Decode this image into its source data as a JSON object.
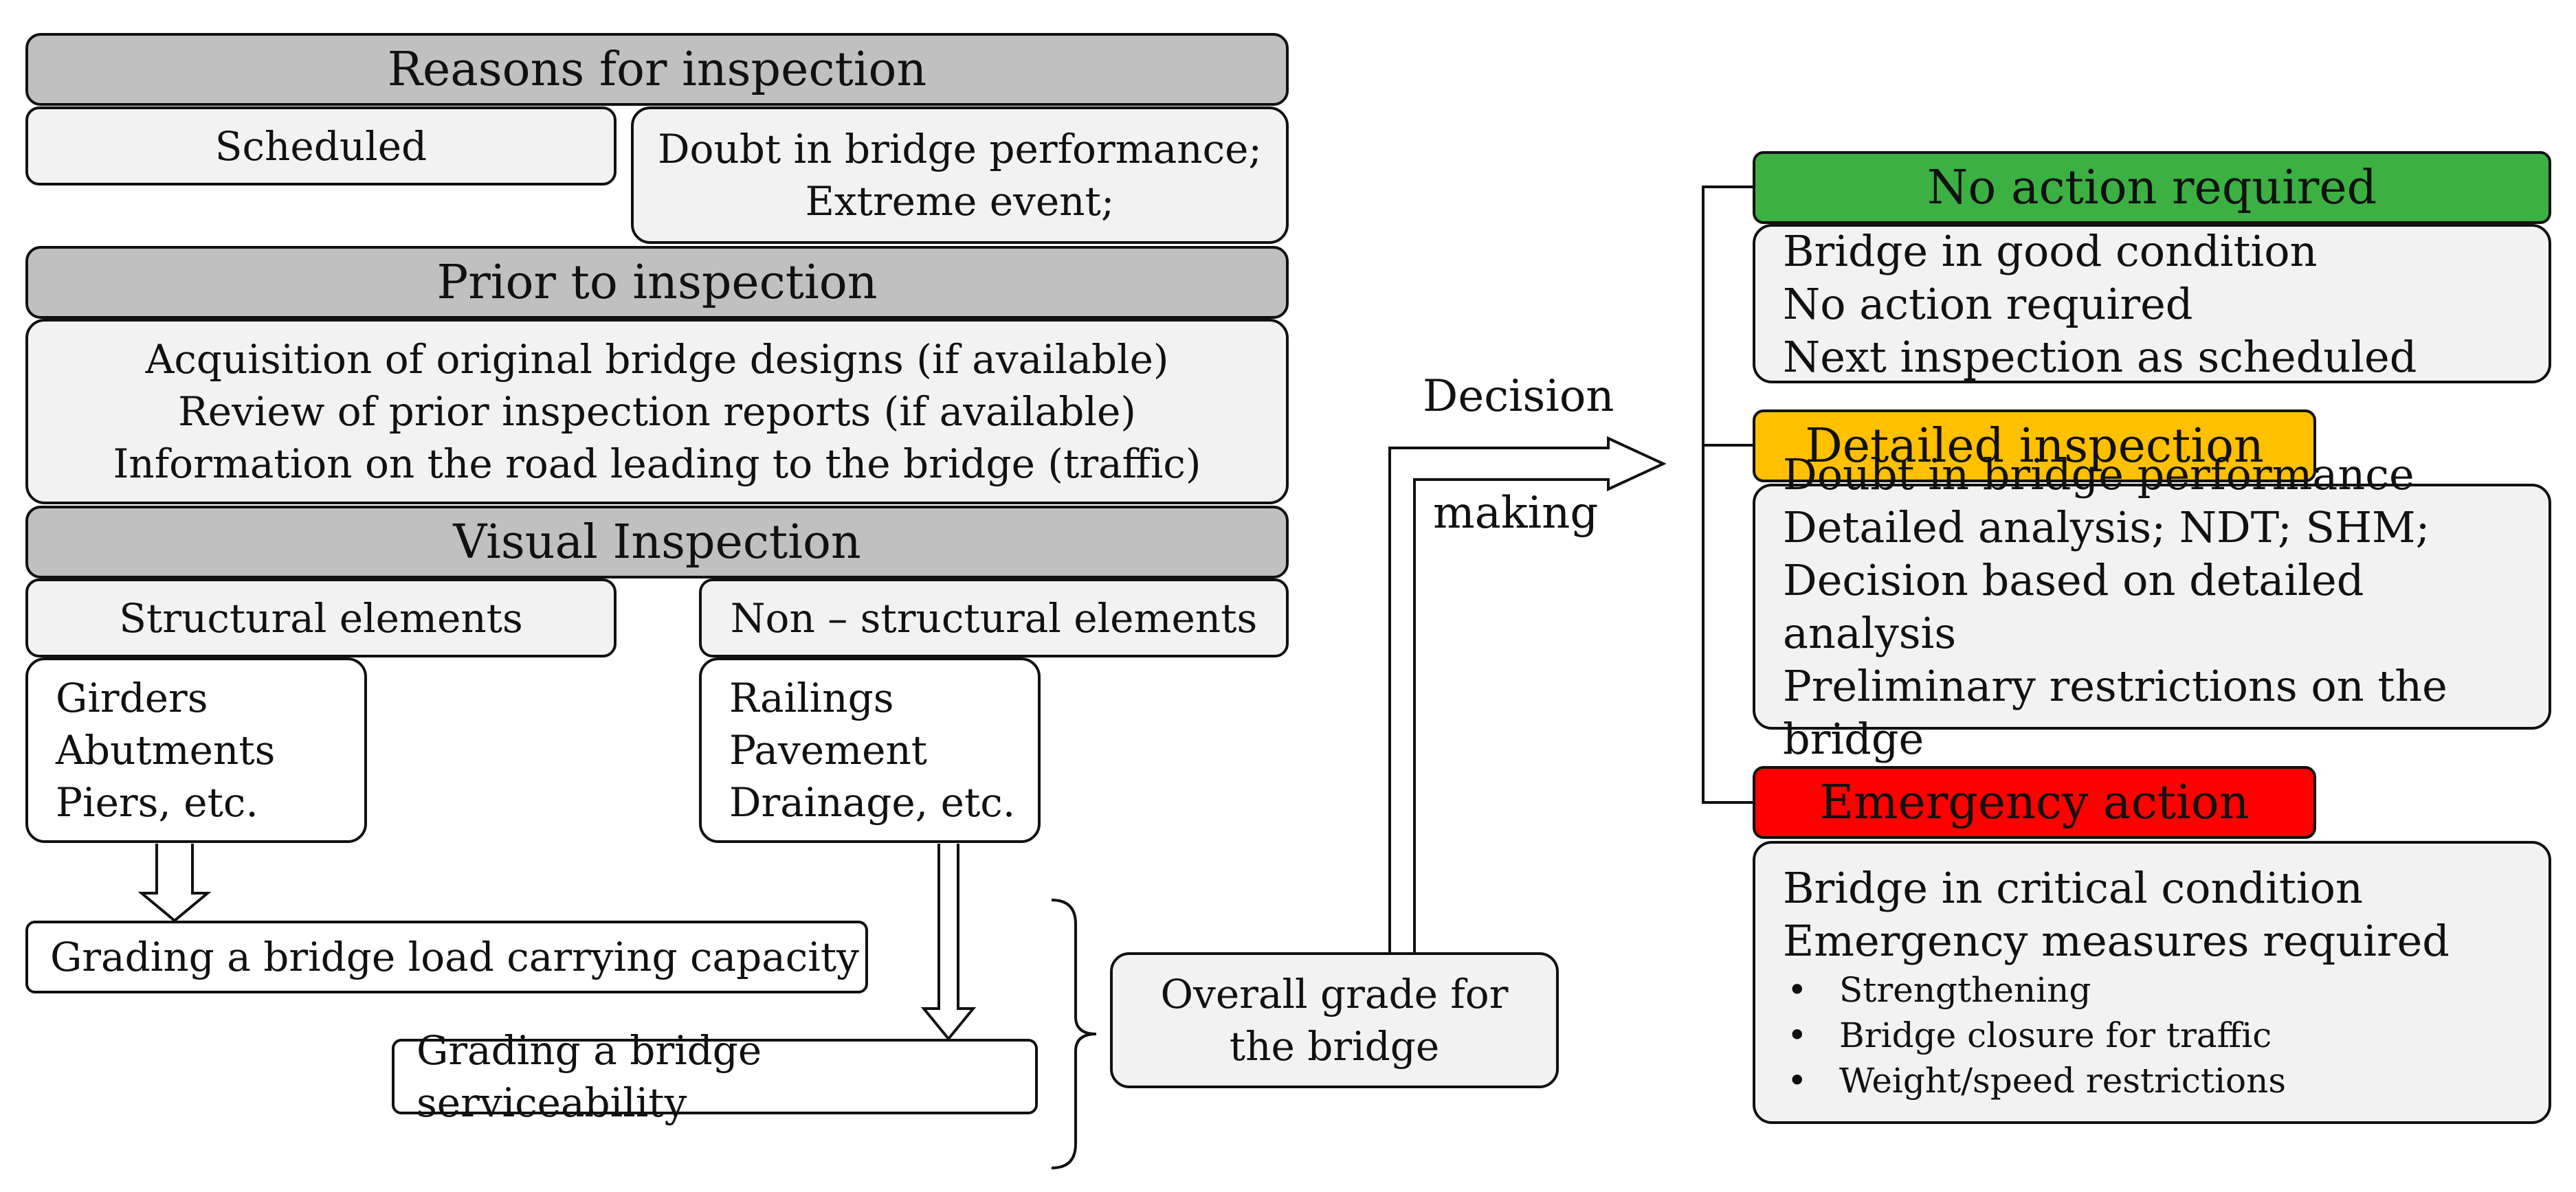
{
  "reasons": {
    "header": "Reasons for inspection",
    "scheduled": "Scheduled",
    "doubt_lines": [
      "Doubt in bridge performance;",
      "Extreme event;"
    ]
  },
  "prior": {
    "header": "Prior to inspection",
    "lines": [
      "Acquisition of original bridge designs (if available)",
      "Review of prior inspection reports (if available)",
      "Information on the road leading to the bridge (traffic)"
    ]
  },
  "visual": {
    "header": "Visual Inspection",
    "structural": {
      "title": "Structural elements",
      "items": [
        "Girders",
        "Abutments",
        "Piers, etc."
      ]
    },
    "nonstructural": {
      "title": "Non – structural elements",
      "items": [
        "Railings",
        "Pavement",
        "Drainage, etc."
      ]
    }
  },
  "grading": {
    "load": "Grading a bridge load carrying capacity",
    "serviceability": "Grading a bridge serviceability",
    "overall_lines": [
      "Overall grade for",
      "the bridge"
    ]
  },
  "decision": {
    "line1": "Decision",
    "line2": "making"
  },
  "outcomes": {
    "no_action": {
      "title": "No action required",
      "color": "#3cb043",
      "lines": [
        "Bridge in good condition",
        "No action required",
        "Next inspection as scheduled"
      ]
    },
    "detailed": {
      "title": "Detailed inspection",
      "color": "#ffc000",
      "lines": [
        "Doubt in bridge performance",
        "Detailed analysis; NDT; SHM;",
        "Decision based on detailed analysis",
        "Preliminary restrictions on the bridge"
      ]
    },
    "emergency": {
      "title": "Emergency action",
      "color": "#ff0000",
      "lines": [
        "Bridge in critical condition",
        "Emergency measures required"
      ],
      "bullets": [
        "Strengthening",
        "Bridge closure for traffic",
        "Weight/speed restrictions"
      ]
    }
  }
}
